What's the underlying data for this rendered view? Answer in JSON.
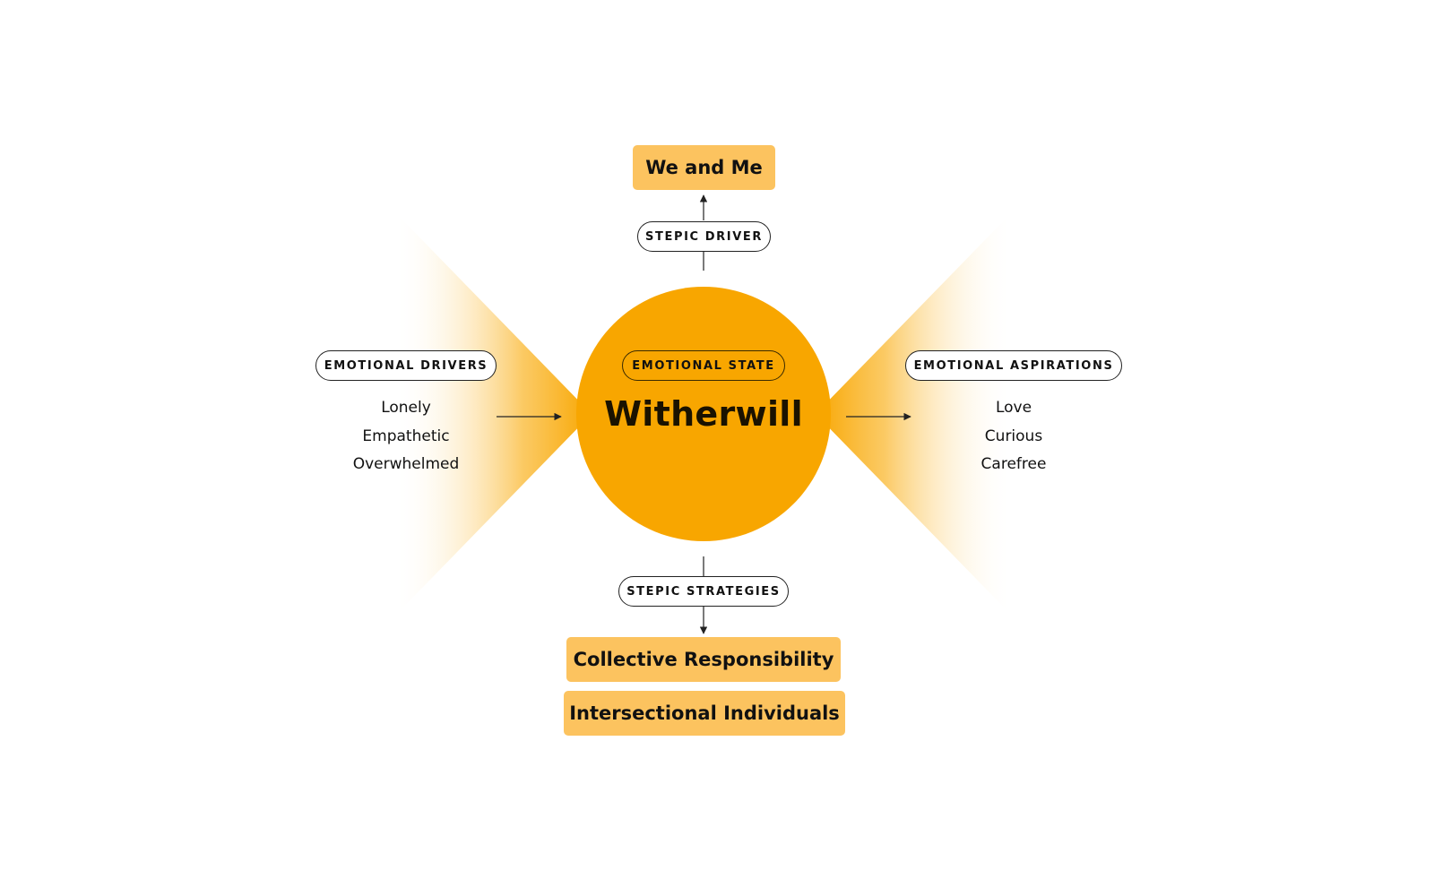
{
  "diagram": {
    "top_box": {
      "label": "We and Me"
    },
    "top_connector": {
      "label": "STEPIC DRIVER"
    },
    "center": {
      "badge": "EMOTIONAL STATE",
      "title": "Witherwill"
    },
    "left": {
      "label": "EMOTIONAL DRIVERS",
      "items": [
        "Lonely",
        "Empathetic",
        "Overwhelmed"
      ]
    },
    "right": {
      "label": "EMOTIONAL ASPIRATIONS",
      "items": [
        "Love",
        "Curious",
        "Carefree"
      ]
    },
    "bottom_connector": {
      "label": "STEPIC STRATEGIES"
    },
    "bottom_boxes": [
      "Collective Responsibility",
      "Intersectional Individuals"
    ]
  },
  "colors": {
    "circle": "#f8a600",
    "box": "#fcc35f",
    "fan": "#f8b020",
    "line": "#222222"
  }
}
